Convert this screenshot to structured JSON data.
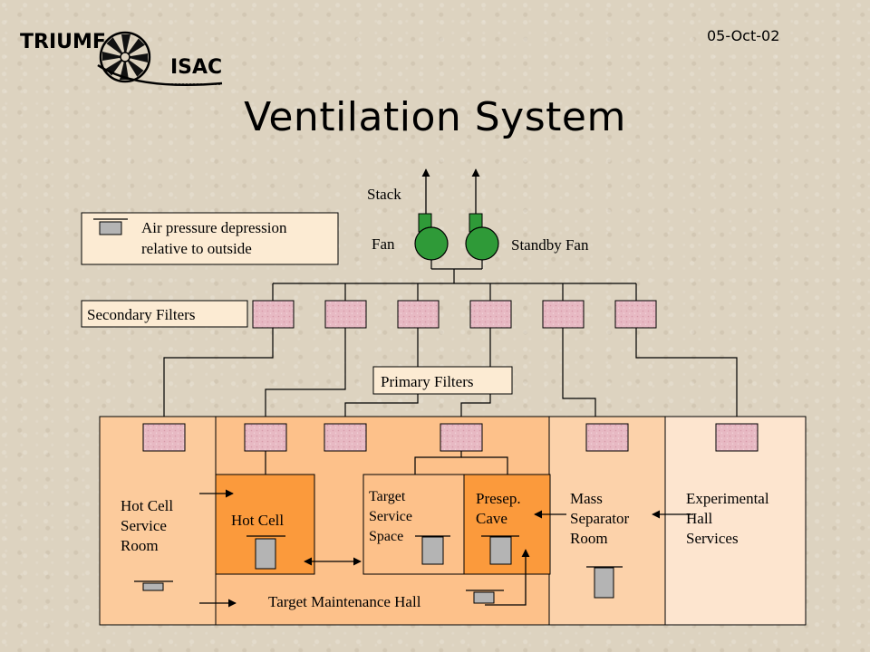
{
  "header": {
    "date": "05-Oct-02",
    "title": "Ventilation System",
    "logo": {
      "org": "TRIUMF",
      "facility": "ISAC",
      "emblem_icon": "triumf-cyclotron-emblem"
    }
  },
  "legend": {
    "line1": "Air pressure depression",
    "line2": "relative to outside",
    "icon": "pressure-gauge-icon"
  },
  "exhaust": {
    "stack_label": "Stack",
    "fan_label": "Fan",
    "standby_fan_label": "Standby Fan"
  },
  "filters": {
    "secondary_label": "Secondary Filters",
    "primary_label": "Primary Filters"
  },
  "rooms": {
    "hot_cell_service_room": [
      "Hot Cell",
      "Service",
      "Room"
    ],
    "hot_cell": "Hot Cell",
    "target_service_space": [
      "Target",
      "Service",
      "Space"
    ],
    "presep_cave": [
      "Presep.",
      "Cave"
    ],
    "mass_separator_room": [
      "Mass",
      "Separator",
      "Room"
    ],
    "experimental_hall_services": [
      "Experimental",
      "Hall",
      "Services"
    ],
    "target_maintenance_hall": "Target Maintenance Hall"
  },
  "colors": {
    "background": "#ddd3c0",
    "filter_fill": "#e7b9c3",
    "fan_green": "#2f9a38",
    "hot_cell_service": "#fccb9c",
    "hot_cell": "#fb9a3c",
    "maintenance_hall": "#fdc18a",
    "mass_separator": "#fcd2aa",
    "experimental_hall": "#fde5cf",
    "gauge_fill": "#b4b4b4"
  }
}
